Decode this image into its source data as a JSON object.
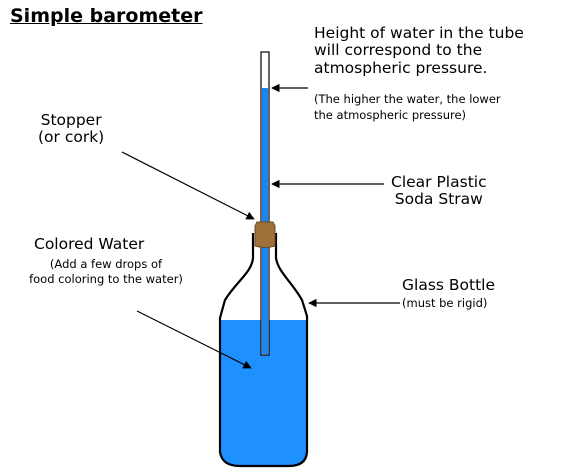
{
  "title": "Simple barometer",
  "labels": {
    "height_note": "Height of water in the tube will correspond to the atmospheric pressure.",
    "height_note_lines": [
      "Height of water in the tube",
      "will correspond to the",
      "atmospheric pressure."
    ],
    "height_sub_lines": [
      "(The higher the water, the lower",
      "the atmospheric pressure)"
    ],
    "stopper_lines": [
      "Stopper",
      "(or cork)"
    ],
    "straw_lines": [
      "Clear Plastic",
      "Soda Straw"
    ],
    "colored_water": "Colored Water",
    "colored_water_sub_lines": [
      "(Add a few drops of",
      "food coloring to the water)"
    ],
    "glass_bottle": "Glass Bottle",
    "glass_bottle_sub": "(must be rigid)"
  },
  "colors": {
    "water": "#1E90FF",
    "straw_water": "#1C86EE",
    "cork": "#A0703A",
    "outline": "#000000",
    "background": "#FFFFFF"
  }
}
